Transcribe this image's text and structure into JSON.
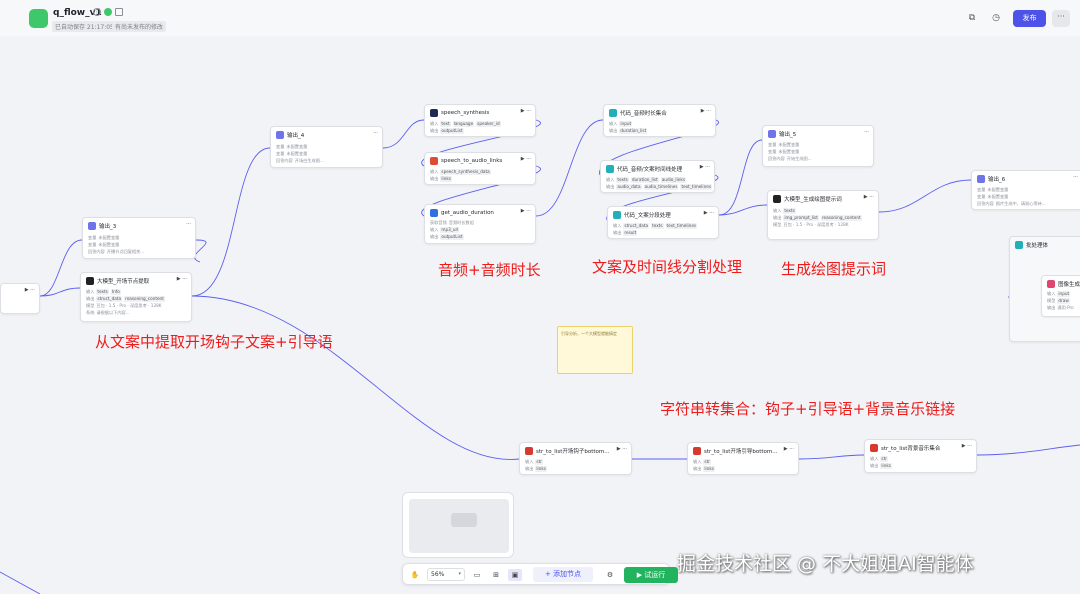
{
  "header": {
    "app_name": "q_flow_v1",
    "autosave": "已自动保存 21:17:05",
    "unpublished": "有尚未发布的修改",
    "publish_label": "发布",
    "more_label": "···"
  },
  "nodes": {
    "left_cut": {
      "actions": "▶ ···"
    },
    "output3": {
      "title": "输出_3",
      "rows": [
        [
          "变量",
          "未配置变量"
        ],
        [
          "变量",
          "未配置变量"
        ],
        [
          "回答内容",
          "开播节点回复相关..."
        ]
      ],
      "actions": "···"
    },
    "llm_hook": {
      "title": "大模型_开场节点提取",
      "rows": [
        [
          "输入",
          "texts",
          "Info"
        ],
        [
          "输出",
          "struct_data",
          "reasoning_content"
        ],
        [
          "模型",
          "豆包 · 1.5 · Pro · 深度思考 · 128K"
        ],
        [
          "系统",
          "请根据以下内容..."
        ]
      ],
      "actions": "▶ ···"
    },
    "output4": {
      "title": "输出_4",
      "rows": [
        [
          "变量",
          "未配置变量"
        ],
        [
          "变量",
          "未配置变量"
        ],
        [
          "回答内容",
          "开场白生成图..."
        ]
      ],
      "actions": "···"
    },
    "speech_synthesis": {
      "title": "speech_synthesis",
      "rows": [
        [
          "输入",
          "text",
          "language",
          "speaker_id"
        ],
        [
          "输出",
          "outputList"
        ]
      ],
      "actions": "▶ ···"
    },
    "speech_to_audio_links": {
      "title": "speech_to_audio_links",
      "rows": [
        [
          "输入",
          "speech_synthesis_data"
        ],
        [
          "输出",
          "links"
        ]
      ],
      "actions": "▶ ···"
    },
    "get_audio_duration": {
      "title": "get_audio_duration",
      "rows": [
        [
          "获取音频",
          "音频时长数组"
        ],
        [
          "输入",
          "mp3_url"
        ],
        [
          "输出",
          "outputList"
        ]
      ],
      "actions": "▶ ···"
    },
    "code_duration_set": {
      "title": "代码_音频时长集合",
      "rows": [
        [
          "输入",
          "input"
        ],
        [
          "输出",
          "duration_list"
        ]
      ],
      "actions": "▶ ···"
    },
    "code_timeline": {
      "title": "代码_音频/文案时间线处理",
      "rows": [
        [
          "输入",
          "texts",
          "duration_list",
          "audio_links"
        ],
        [
          "输出",
          "audio_data",
          "audio_timelines",
          "text_timelines"
        ]
      ],
      "actions": "▶ ···"
    },
    "code_text_split": {
      "title": "代码_文案分段处理",
      "rows": [
        [
          "输入",
          "struct_data",
          "texts",
          "text_timelines"
        ],
        [
          "输出",
          "result"
        ]
      ],
      "actions": "▶ ···"
    },
    "output5": {
      "title": "输出_5",
      "rows": [
        [
          "变量",
          "未配置变量"
        ],
        [
          "变量",
          "未配置变量"
        ],
        [
          "回答内容",
          "开始生成图..."
        ]
      ],
      "actions": "···"
    },
    "llm_prompt": {
      "title": "大模型_生成绘图提示词",
      "rows": [
        [
          "输入",
          "texts"
        ],
        [
          "输出",
          "img_prompt_list",
          "reasoning_content"
        ],
        [
          "模型",
          "豆包 · 1.5 · Pro · 深度思考 · 128K"
        ]
      ],
      "actions": "▶ ···"
    },
    "output6": {
      "title": "输出_6",
      "rows": [
        [
          "变量",
          "未配置变量"
        ],
        [
          "变量",
          "未配置变量"
        ],
        [
          "回答内容",
          "图片生成中，请耐心等待..."
        ]
      ],
      "actions": "···"
    },
    "batch": {
      "title": "批处理体",
      "actions": "···"
    },
    "image_gen": {
      "title": "图像生成",
      "rows": [
        [
          "输入",
          "input"
        ],
        [
          "模型",
          "draw"
        ],
        [
          "输出",
          "通用·Pro"
        ]
      ]
    },
    "str_hook": {
      "title": "str_to_list开场钩子bottom...",
      "rows": [
        [
          "输入",
          "str"
        ],
        [
          "输出",
          "links"
        ]
      ],
      "actions": "▶ ···"
    },
    "str_guide": {
      "title": "str_to_list开场引导bottom...",
      "rows": [
        [
          "输入",
          "str"
        ],
        [
          "输出",
          "links"
        ]
      ],
      "actions": "▶ ···"
    },
    "str_bgm": {
      "title": "str_to_list背景音乐集合",
      "rows": [
        [
          "输入",
          "str"
        ],
        [
          "输出",
          "links"
        ]
      ],
      "actions": "▶ ···"
    }
  },
  "annotations": {
    "audio": "音频+音频时长",
    "text_split": "文案及时间线分割处理",
    "prompt": "生成绘图提示词",
    "hook": "从文案中提取开场钩子文案+引导语",
    "str_collect": "字符串转集合：钩子+引导语+背景音乐链接"
  },
  "sticky_note": "引导分析，一个大模型就能搞定",
  "toolbar": {
    "zoom": "56%",
    "add_node": "+ 添加节点",
    "run": "▶ 试运行"
  },
  "watermark": "掘金技术社区 @ 不大姐姐AI智能体",
  "colors": {
    "accent": "#4d53e8",
    "run_green": "#22b35e",
    "annotation_red": "#ee1b1b",
    "edge": "#5b5ff0"
  }
}
